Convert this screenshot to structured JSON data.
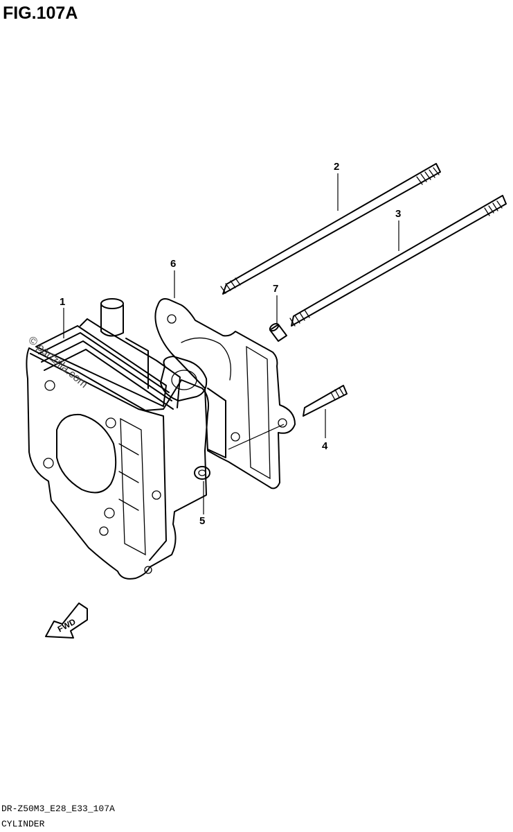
{
  "figure": {
    "title": "FIG.107A",
    "code": "DR-Z50M3_E28_E33_107A",
    "caption": "CYLINDER"
  },
  "watermark": "© partzilla.com",
  "fwd_label": "FWD",
  "callouts": {
    "c1": "1",
    "c2": "2",
    "c3": "3",
    "c4": "4",
    "c5": "5",
    "c6": "6",
    "c7": "7"
  }
}
